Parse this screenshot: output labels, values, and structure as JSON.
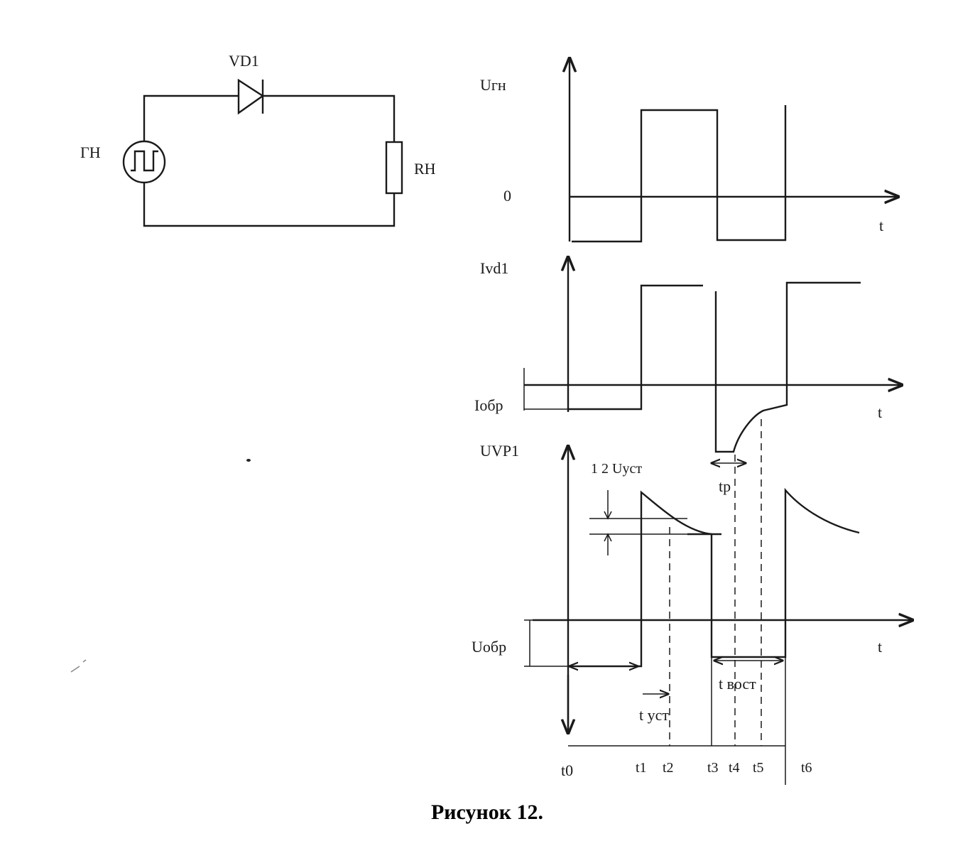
{
  "circuit": {
    "diode_label": "VD1",
    "generator_label": "ГН",
    "load_label": "RH"
  },
  "timing": {
    "signals": [
      {
        "label": "Uгн",
        "zero_label": "0",
        "axis_label": "t"
      },
      {
        "label": "Ivd1",
        "level_label": "Iобр",
        "axis_label": "t"
      },
      {
        "label": "UVP1",
        "level_label": "Uобр",
        "axis_label": "t"
      }
    ],
    "annotations": {
      "overshoot": "1 2 Uуст",
      "front": "tр",
      "settle": "t уст",
      "recovery": "t вост"
    },
    "time_marks": [
      "t0",
      "t1",
      "t2",
      "t3",
      "t4",
      "t5",
      "t6"
    ]
  },
  "caption": "Рисунок 12."
}
